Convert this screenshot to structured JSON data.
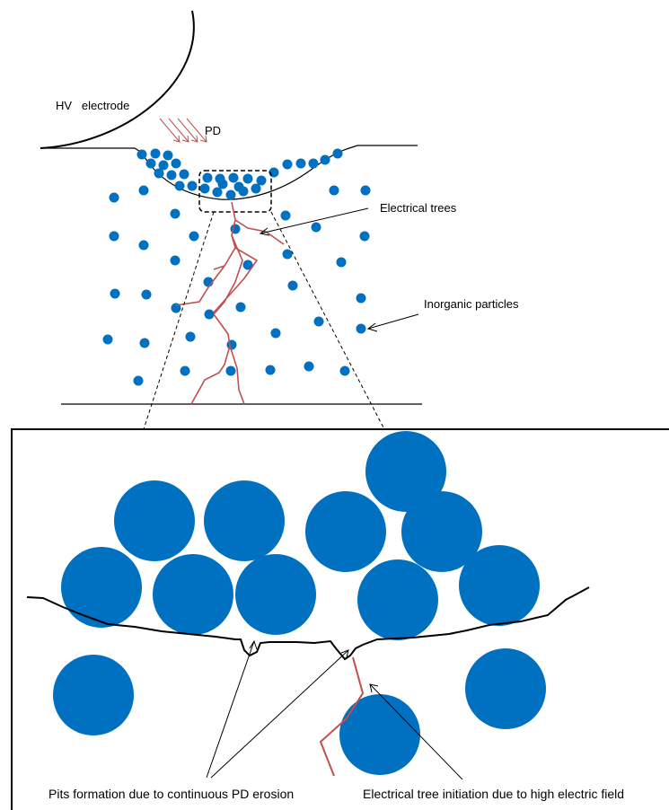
{
  "labels": {
    "hv_electrode": "HV   electrode",
    "pd": "PD",
    "electrical_trees": "Electrical trees",
    "inorganic_particles": "Inorganic particles",
    "pits_formation": "Pits formation due to continuous PD erosion",
    "tree_initiation": "Electrical tree initiation due to high electric field"
  },
  "colors": {
    "particle": "#0070c0",
    "tree": "#c0504d",
    "pd_arrow": "#c0504d",
    "line": "#000000"
  }
}
